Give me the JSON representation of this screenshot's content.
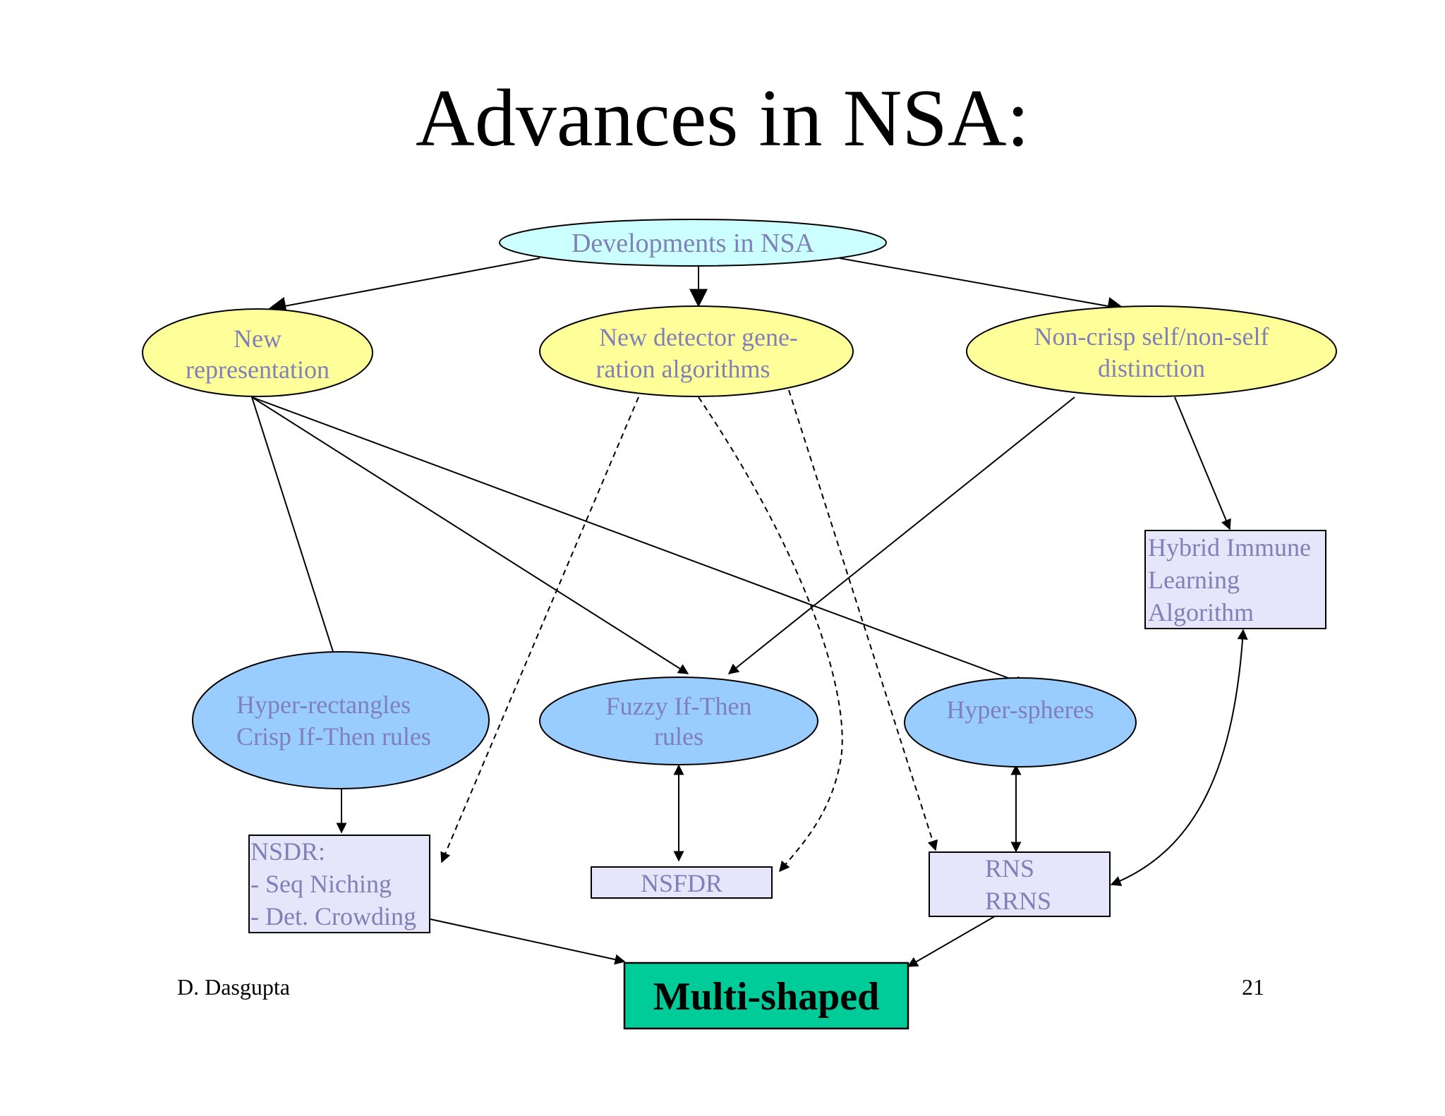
{
  "slide": {
    "title": "Advances in NSA:",
    "footer_left": "D. Dasgupta",
    "footer_right": "21"
  },
  "colors": {
    "root_fill": "#ccffff",
    "category_fill": "#ffff99",
    "shape_fill": "#99ccff",
    "box_fill": "#e6e6fa",
    "result_fill": "#00cc99",
    "node_text": "#8080b8"
  },
  "nodes": {
    "root": {
      "lines": [
        "Developments in NSA"
      ]
    },
    "new_representation": {
      "lines": [
        "New",
        "representation"
      ]
    },
    "new_detector": {
      "lines": [
        "New detector gene-",
        "ration algorithms"
      ]
    },
    "non_crisp": {
      "lines": [
        "Non-crisp self/non-self",
        "distinction"
      ]
    },
    "hybrid_immune": {
      "lines": [
        "Hybrid Immune",
        "Learning",
        "Algorithm"
      ]
    },
    "hyper_rectangles": {
      "lines": [
        "Hyper-rectangles",
        "Crisp If-Then rules"
      ]
    },
    "fuzzy_if_then": {
      "lines": [
        "Fuzzy If-Then",
        "rules"
      ]
    },
    "hyper_spheres": {
      "lines": [
        "Hyper-spheres"
      ]
    },
    "nsdr": {
      "lines": [
        "NSDR:",
        "- Seq Niching",
        "- Det. Crowding"
      ]
    },
    "nsfdr": {
      "lines": [
        "NSFDR"
      ]
    },
    "rns": {
      "lines": [
        "RNS",
        "RRNS"
      ]
    },
    "multi_shaped": {
      "lines": [
        "Multi-shaped"
      ]
    }
  }
}
